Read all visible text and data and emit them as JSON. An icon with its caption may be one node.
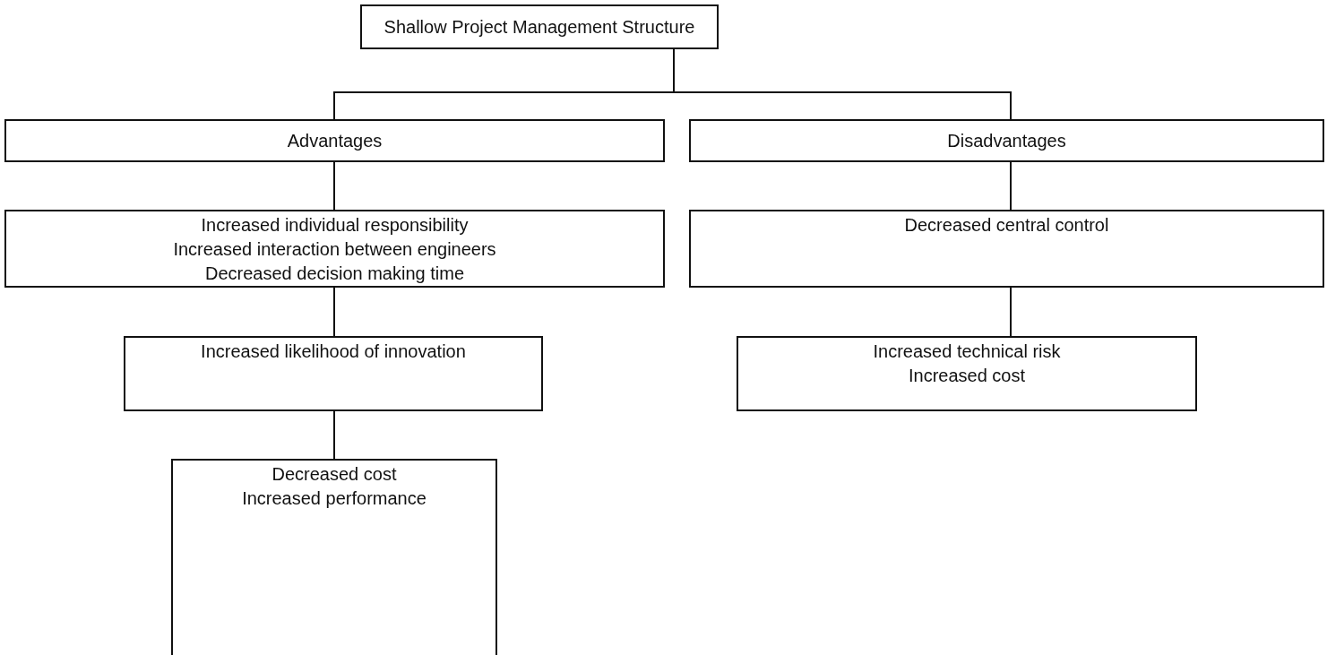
{
  "diagram": {
    "nodes": [
      {
        "text": [
          "Shallow Project Management Structure"
        ]
      },
      {
        "text": [
          "Advantages"
        ]
      },
      {
        "text": [
          "Disadvantages"
        ]
      },
      {
        "text": [
          "Increased individual responsibility",
          "Increased interaction between engineers",
          "Decreased decision making time"
        ]
      },
      {
        "text": [
          "Decreased central control"
        ]
      },
      {
        "text": [
          "Increased likelihood of innovation"
        ]
      },
      {
        "text": [
          "Increased technical risk",
          "Increased cost"
        ]
      },
      {
        "text": [
          "Decreased cost",
          "Increased performance"
        ]
      }
    ],
    "edges": [
      {
        "from": 0,
        "to": 1,
        "arrow": "none"
      },
      {
        "from": 0,
        "to": 2,
        "arrow": "none"
      },
      {
        "from": 1,
        "to": 3,
        "arrow": "none"
      },
      {
        "from": 3,
        "to": 5,
        "arrow": "none"
      },
      {
        "from": 5,
        "to": 7,
        "arrow": "none"
      },
      {
        "from": 2,
        "to": 4,
        "arrow": "none"
      },
      {
        "from": 4,
        "to": 6,
        "arrow": "none"
      }
    ]
  }
}
